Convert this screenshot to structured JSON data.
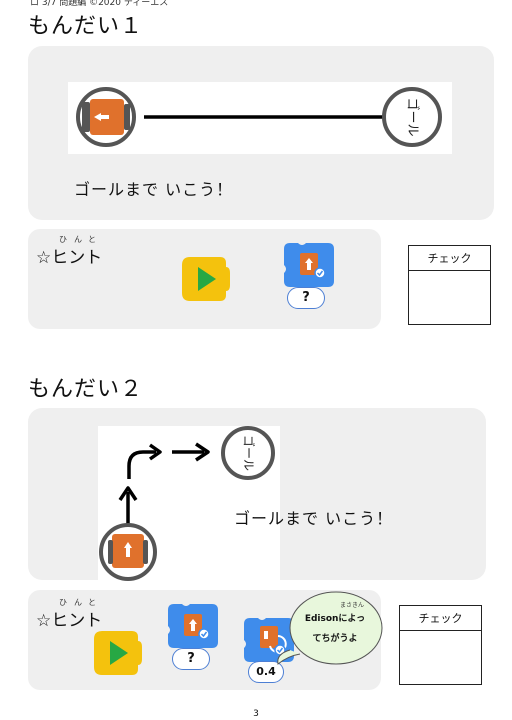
{
  "header": {
    "text": "ロ 3/7 問題編 ©2020 ティーエス"
  },
  "problem1": {
    "title": "もんだい１",
    "goal_label": "ゴール",
    "instruction": "ゴールまで いこう！",
    "hint_label": "☆ヒント",
    "hint_ruby": [
      "ひ",
      "ん",
      "と"
    ],
    "hint_blocks": [
      {
        "icon": "play-icon"
      },
      {
        "icon": "drive-forward-icon",
        "value": "?"
      }
    ],
    "check_label": "チェック"
  },
  "problem2": {
    "title": "もんだい２",
    "goal_label": "ゴール",
    "instruction": "ゴールまで いこう！",
    "hint_label": "☆ヒント",
    "hint_ruby": [
      "ひ",
      "ん",
      "と"
    ],
    "hint_blocks": [
      {
        "icon": "play-icon"
      },
      {
        "icon": "drive-forward-icon",
        "value": "?"
      },
      {
        "icon": "turn-right-icon",
        "value": "0.4"
      }
    ],
    "bubble": {
      "line1": "Edisonによっ",
      "line2": "てちがうよ",
      "ruby": "まさきん"
    },
    "check_label": "チェック"
  },
  "page_number": "3"
}
